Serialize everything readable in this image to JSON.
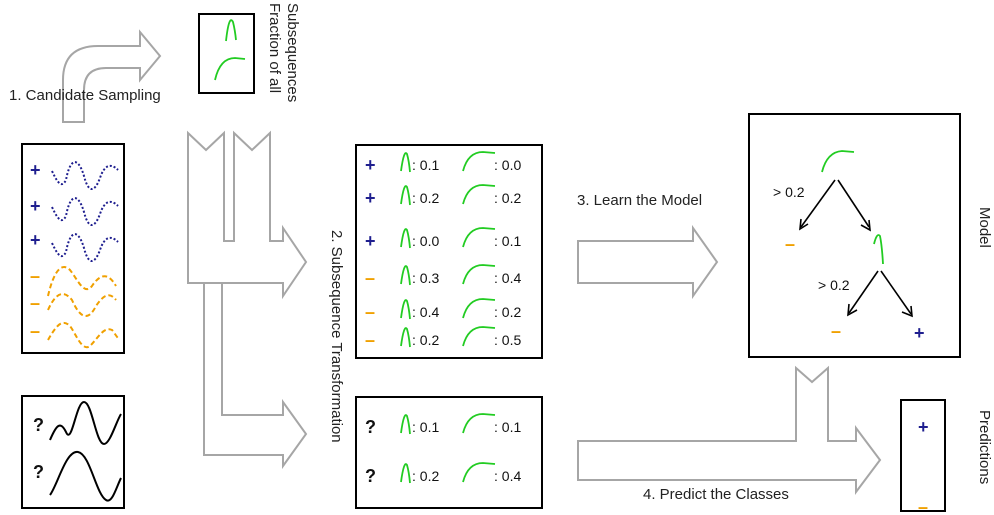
{
  "steps": {
    "step1": "1. Candidate Sampling",
    "step2": "2. Subsequence Transformation",
    "step3": "3. Learn the Model",
    "step4": "4. Predict the Classes"
  },
  "side_labels": {
    "fraction_line1": "Fraction of all",
    "fraction_line2": "Subsequences",
    "model": "Model",
    "predictions": "Predictions"
  },
  "symbols": {
    "plus": "+",
    "minus": "–",
    "unknown": "?"
  },
  "training_rows": [
    {
      "cls": "+",
      "v1": ": 0.1",
      "v2": ": 0.0"
    },
    {
      "cls": "+",
      "v1": ": 0.2",
      "v2": ": 0.2"
    },
    {
      "cls": "+",
      "v1": ": 0.0",
      "v2": ": 0.1"
    },
    {
      "cls": "–",
      "v1": ": 0.3",
      "v2": ": 0.4"
    },
    {
      "cls": "–",
      "v1": ": 0.4",
      "v2": ": 0.2"
    },
    {
      "cls": "–",
      "v1": ": 0.2",
      "v2": ": 0.5"
    }
  ],
  "test_rows": [
    {
      "cls": "?",
      "v1": ": 0.1",
      "v2": ": 0.1"
    },
    {
      "cls": "?",
      "v1": ": 0.2",
      "v2": ": 0.4"
    }
  ],
  "tree": {
    "threshold1": "> 0.2",
    "threshold2": "> 0.2"
  },
  "colors": {
    "positive": "#1f1f8f",
    "negative": "#f0a000",
    "shapelet": "#22cc22",
    "arrow": "#a6a6a6"
  }
}
